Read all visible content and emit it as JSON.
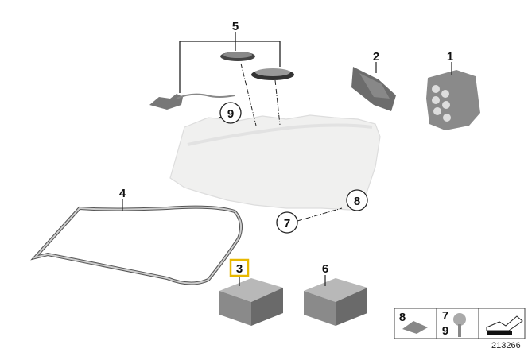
{
  "diagram": {
    "callouts": [
      {
        "id": "1",
        "label": "1"
      },
      {
        "id": "2",
        "label": "2"
      },
      {
        "id": "3",
        "label": "3",
        "highlighted": true
      },
      {
        "id": "4",
        "label": "4"
      },
      {
        "id": "5",
        "label": "5"
      },
      {
        "id": "6",
        "label": "6"
      },
      {
        "id": "7",
        "label": "7"
      },
      {
        "id": "8",
        "label": "8"
      },
      {
        "id": "9",
        "label": "9"
      }
    ],
    "legend_box": {
      "cell1": "8",
      "cell2_top": "7",
      "cell2_bottom": "9"
    },
    "reference_number": "213266",
    "highlight_color": "#e8b800"
  }
}
